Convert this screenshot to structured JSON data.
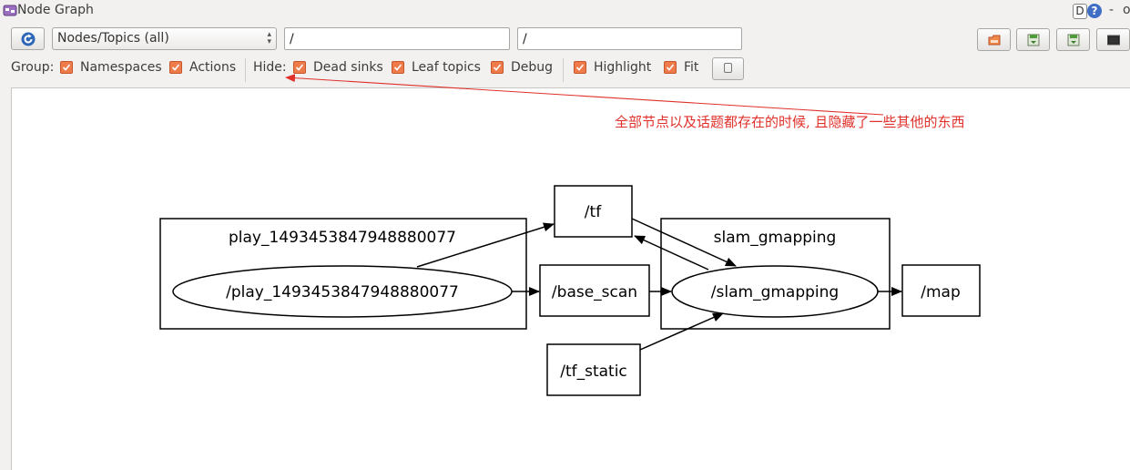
{
  "window": {
    "title": "Node Graph",
    "dock_label": "D",
    "help_label": "?",
    "minimize_label": "-",
    "close_label": "o"
  },
  "toolbar": {
    "graph_type": "Nodes/Topics (all)",
    "node_filter": "/",
    "topic_filter": "/",
    "icons": [
      "refresh-icon",
      "load-icon",
      "save-dot-icon",
      "save-svg-icon",
      "screenshot-icon"
    ]
  },
  "options": {
    "group_label": "Group:",
    "namespaces": "Namespaces",
    "actions": "Actions",
    "hide_label": "Hide:",
    "dead_sinks": "Dead sinks",
    "leaf_topics": "Leaf topics",
    "debug": "Debug",
    "highlight": "Highlight",
    "fit": "Fit",
    "checked": {
      "namespaces": true,
      "actions": true,
      "dead_sinks": true,
      "leaf_topics": true,
      "debug": true,
      "highlight": true,
      "fit": true
    }
  },
  "graph": {
    "namespaces": {
      "play": "play_1493453847948880077",
      "slam": "slam_gmapping"
    },
    "nodes": {
      "play": "/play_1493453847948880077",
      "slam": "/slam_gmapping"
    },
    "topics": {
      "tf": "/tf",
      "base_scan": "/base_scan",
      "map": "/map",
      "tf_static": "/tf_static"
    },
    "edges": [
      [
        "/play_1493453847948880077",
        "/tf"
      ],
      [
        "/play_1493453847948880077",
        "/base_scan"
      ],
      [
        "/base_scan",
        "/slam_gmapping"
      ],
      [
        "/tf",
        "/slam_gmapping"
      ],
      [
        "/slam_gmapping",
        "/tf"
      ],
      [
        "/slam_gmapping",
        "/map"
      ],
      [
        "/tf_static",
        "/slam_gmapping"
      ]
    ]
  },
  "annotation": {
    "text": "全部节点以及话题都存在的时候, 且隐藏了一些其他的东西",
    "color": "#e0302a"
  },
  "colors": {
    "checkbox": "#ef7a4a",
    "background": "#f2f1f0",
    "canvas": "#ffffff"
  }
}
